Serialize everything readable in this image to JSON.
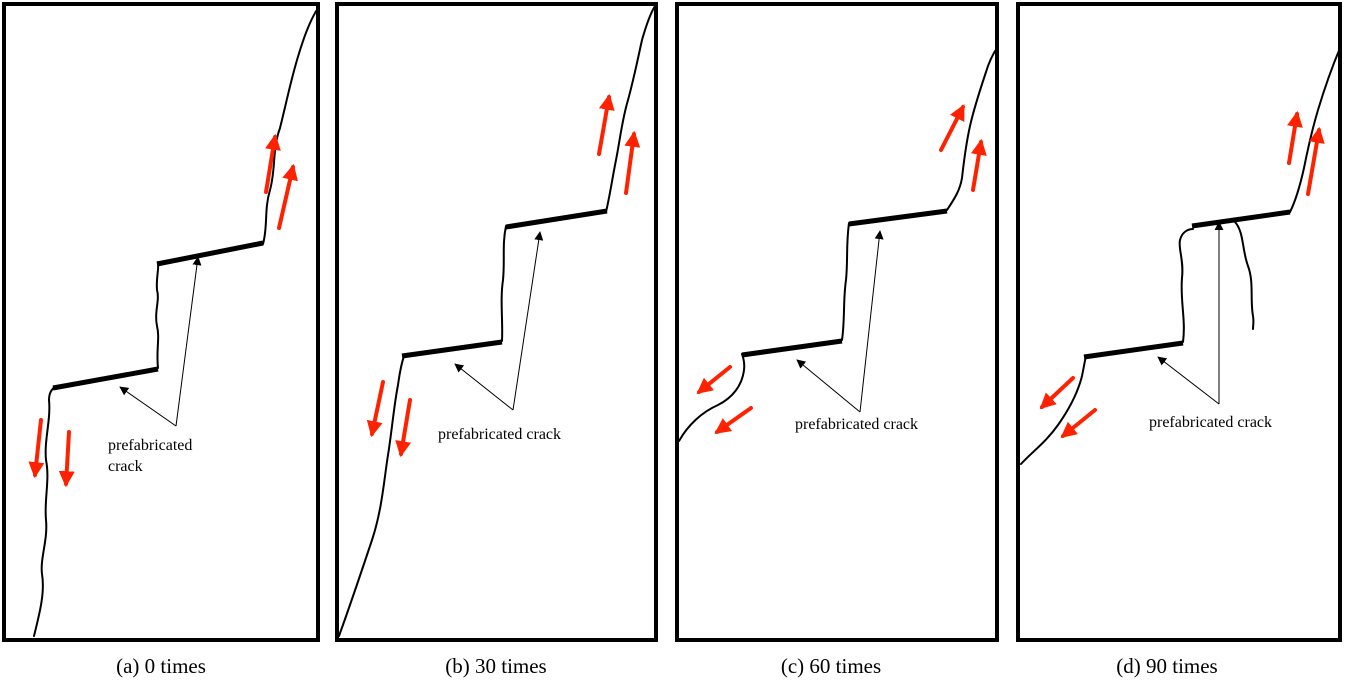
{
  "colors": {
    "frame": "#000000",
    "shear_arrow": "#ff2200",
    "background": "#ffffff"
  },
  "panels": [
    {
      "caption": "(a) 0 times",
      "annotation_lines": [
        "prefabricated",
        "crack"
      ]
    },
    {
      "caption": "(b) 30 times",
      "annotation_lines": [
        "prefabricated crack"
      ]
    },
    {
      "caption": "(c) 60 times",
      "annotation_lines": [
        "prefabricated crack"
      ]
    },
    {
      "caption": "(d) 90 times",
      "annotation_lines": [
        "prefabricated crack"
      ]
    }
  ]
}
